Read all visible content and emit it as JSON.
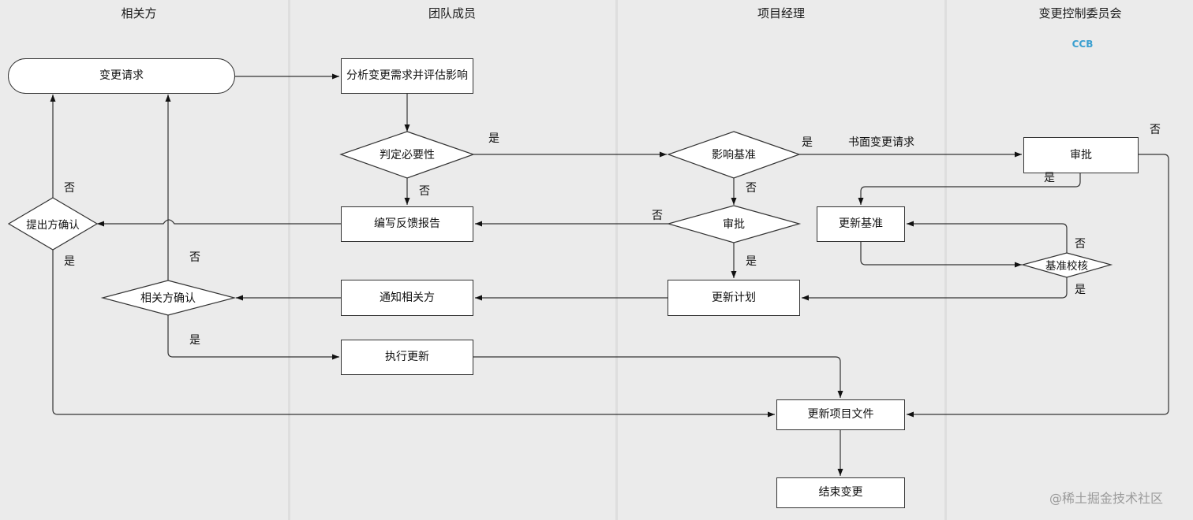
{
  "lanes": {
    "stakeholders": "相关方",
    "team": "团队成员",
    "pm": "项目经理",
    "ccb": "变更控制委员会",
    "ccb_badge": "CCB"
  },
  "nodes": {
    "change_request": "变更请求",
    "analyze": "分析变更需求并评估影响",
    "necessity": "判定必要性",
    "impact_baseline": "影响基准",
    "ccb_approve": "审批",
    "feedback_report": "编写反馈报告",
    "proposer_confirm": "提出方确认",
    "pm_approve": "审批",
    "update_baseline": "更新基准",
    "baseline_check": "基准校核",
    "update_plan": "更新计划",
    "notify": "通知相关方",
    "stakeholder_confirm": "相关方确认",
    "execute": "执行更新",
    "update_docs": "更新项目文件",
    "end_change": "结束变更"
  },
  "labels": {
    "necessity_yes": "是",
    "necessity_no": "否",
    "impact_yes": "是",
    "written_request": "书面变更请求",
    "impact_no": "否",
    "ccb_no": "否",
    "ccb_yes": "是",
    "pm_approve_no": "否",
    "pm_approve_yes": "是",
    "check_no": "否",
    "check_yes": "是",
    "proposer_no": "否",
    "proposer_yes": "是",
    "stakeholder_no": "否",
    "stakeholder_yes": "是"
  },
  "watermark": "@稀土掘金技术社区",
  "colors": {
    "background": "#ebebeb",
    "line": "#333333",
    "ccb_badge": "#3a9fd0"
  }
}
